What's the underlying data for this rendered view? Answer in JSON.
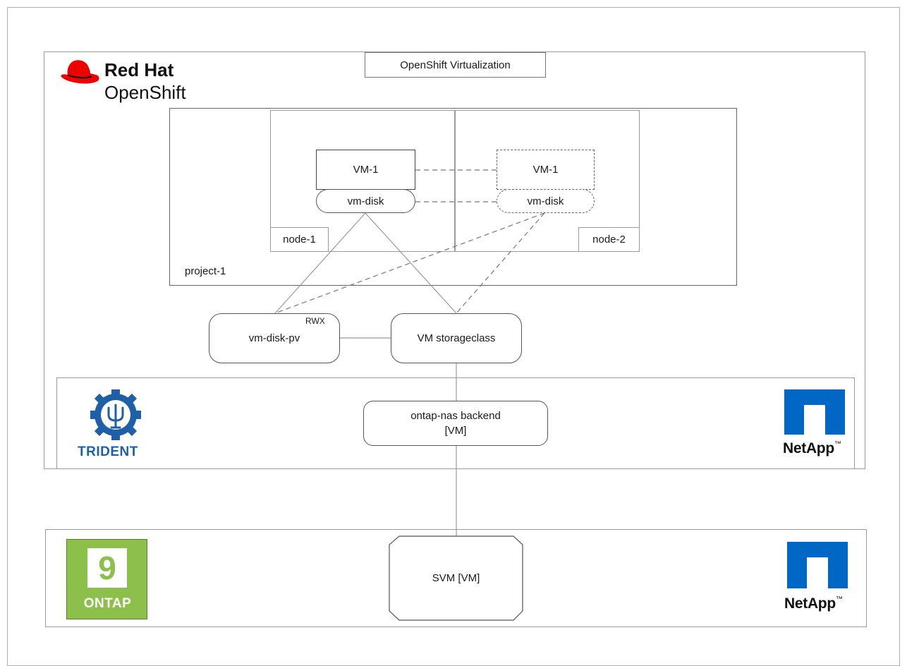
{
  "openshift": {
    "brand_line1": "Red Hat",
    "brand_line2": "OpenShift",
    "virtualization_label": "OpenShift Virtualization",
    "brand_color": "#ee0000"
  },
  "project": {
    "label": "project-1"
  },
  "nodes": [
    {
      "label": "node-1",
      "vm_label": "VM-1",
      "disk_label": "vm-disk"
    },
    {
      "label": "node-2",
      "vm_label": "VM-1",
      "disk_label": "vm-disk"
    }
  ],
  "storage": {
    "pv_label": "vm-disk-pv",
    "pv_access_mode": "RWX",
    "storageclass_label": "VM storageclass"
  },
  "trident": {
    "name": "TRIDENT",
    "backend_line1": "ontap-nas backend",
    "backend_line2": "[VM]",
    "color": "#1e5fa8"
  },
  "netapp": {
    "name": "NetApp",
    "tm": "™",
    "color": "#0067c5"
  },
  "ontap": {
    "version": "9",
    "name": "ONTAP",
    "color": "#8dbf4b"
  },
  "svm": {
    "label": "SVM [VM]"
  }
}
